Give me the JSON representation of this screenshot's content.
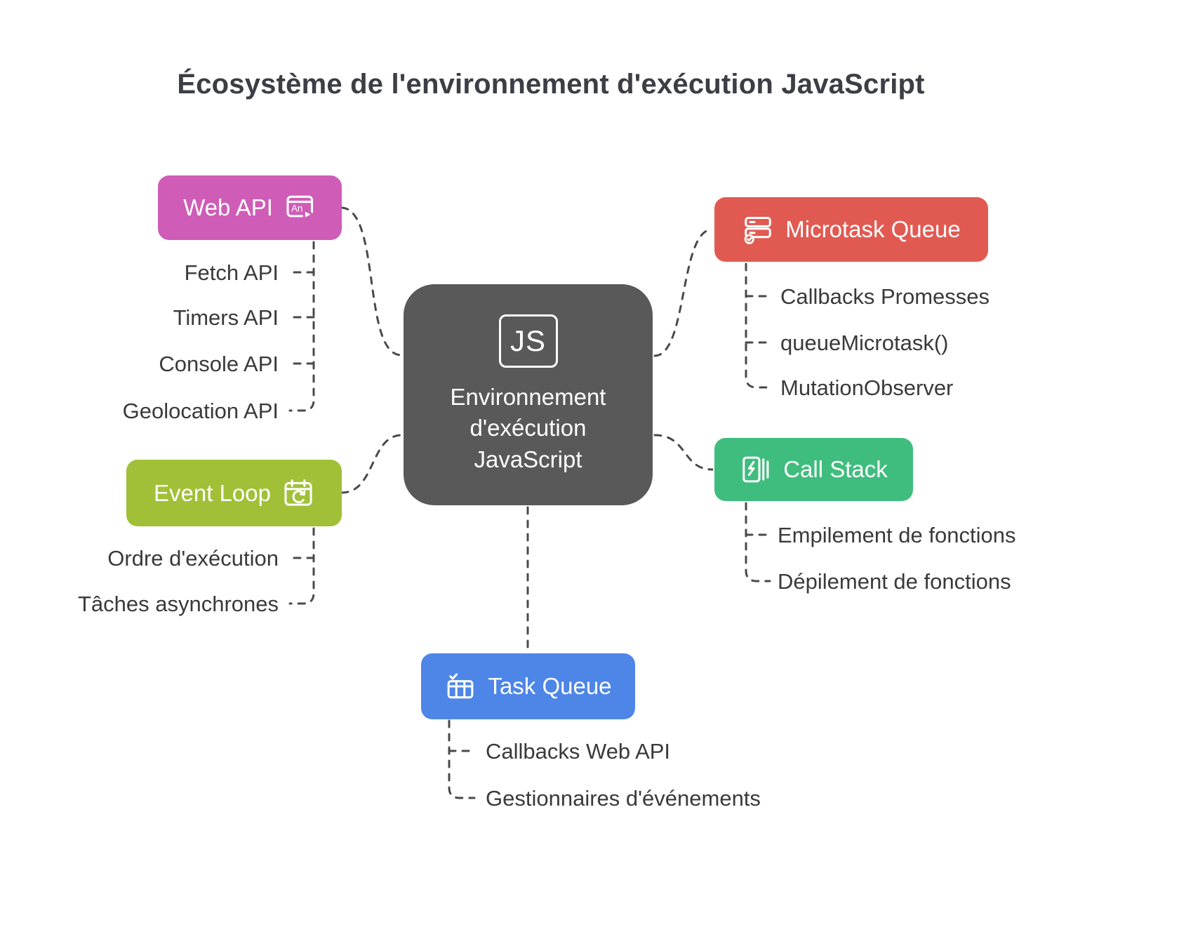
{
  "title": "Écosystème de l'environnement d'exécution JavaScript",
  "center": {
    "badge": "JS",
    "line1": "Environnement",
    "line2": "d'exécution",
    "line3": "JavaScript"
  },
  "nodes": {
    "web_api": {
      "label": "Web API",
      "icon": "browser-window-icon",
      "color": "#cf5cb7",
      "children": [
        "Fetch API",
        "Timers API",
        "Console API",
        "Geolocation API"
      ]
    },
    "event_loop": {
      "label": "Event Loop",
      "icon": "calendar-sync-icon",
      "color": "#a1c037",
      "children": [
        "Ordre d'exécution",
        "Tâches asynchrones"
      ]
    },
    "microtask_queue": {
      "label": "Microtask Queue",
      "icon": "server-stack-icon",
      "color": "#e15a52",
      "children": [
        "Callbacks Promesses",
        "queueMicrotask()",
        "MutationObserver"
      ]
    },
    "call_stack": {
      "label": "Call Stack",
      "icon": "stacked-pages-icon",
      "color": "#3fbd7e",
      "children": [
        "Empilement de fonctions",
        "Dépilement de fonctions"
      ]
    },
    "task_queue": {
      "label": "Task Queue",
      "icon": "task-list-icon",
      "color": "#4d86e6",
      "children": [
        "Callbacks Web API",
        "Gestionnaires d'événements"
      ]
    }
  },
  "colors": {
    "center_node": "#595959",
    "connector": "#4a4a4a",
    "leaf_text": "#3a3a3a",
    "title_text": "#3d3d46",
    "background": "#ffffff"
  }
}
